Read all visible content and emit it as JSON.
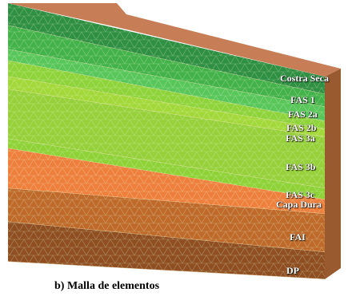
{
  "caption": "b) Malla de elementos",
  "layers": [
    {
      "id": "costra-seca",
      "label": "Costra Seca",
      "color": "#2f8f43"
    },
    {
      "id": "fas-1",
      "label": "FAS 1",
      "color": "#43b24a"
    },
    {
      "id": "fas-2a",
      "label": "FAS 2a",
      "color": "#58c65a"
    },
    {
      "id": "fas-2b",
      "label": "FAS 2b",
      "color": "#8fd33b"
    },
    {
      "id": "fas-3a",
      "label": "FAS 3a",
      "color": "#a3d83a"
    },
    {
      "id": "fas-3b",
      "label": "FAS 3b",
      "color": "#96d03a"
    },
    {
      "id": "fas-3c",
      "label": "FAS 3c",
      "color": "#8ed238"
    },
    {
      "id": "capa-dura",
      "label": "Capa Dura",
      "color": "#ef7f3c"
    },
    {
      "id": "fai",
      "label": "FAI",
      "color": "#bf6a2a"
    },
    {
      "id": "dp",
      "label": "DP",
      "color": "#8f4f22"
    }
  ],
  "colors": {
    "top_fill": "#c77e57",
    "side_fill": "#9a5a2f",
    "mesh_line": "#e9ffd8"
  }
}
